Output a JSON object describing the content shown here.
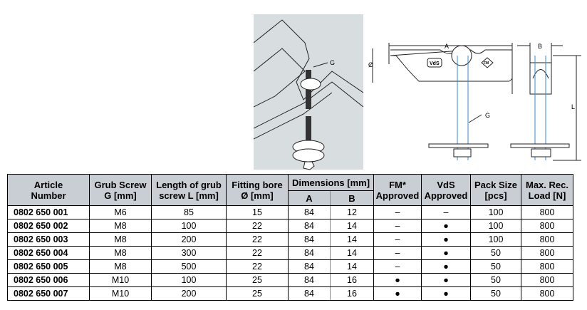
{
  "figure": {
    "labels": {
      "g": "G",
      "a": "A",
      "b": "B",
      "bore": "Ø",
      "l": "L",
      "vds_mark": "VdS",
      "fm_mark": "FM"
    }
  },
  "table": {
    "headers": {
      "article": [
        "Article",
        "Number"
      ],
      "grub": [
        "Grub Screw",
        "G [mm]"
      ],
      "length": [
        "Length of grub",
        "screw L [mm]"
      ],
      "bore": [
        "Fitting bore",
        "Ø [mm]"
      ],
      "dimensions": "Dimensions [mm]",
      "dim_a": "A",
      "dim_b": "B",
      "fm": [
        "FM*",
        "Approved"
      ],
      "vds": [
        "VdS",
        "Approved"
      ],
      "pack": [
        "Pack Size",
        "[pcs]"
      ],
      "load": [
        "Max. Rec.",
        "Load [N]"
      ]
    },
    "rows": [
      {
        "article": "0802 650 001",
        "grub": "M6",
        "length": "85",
        "bore": "15",
        "a": "84",
        "b": "12",
        "fm": "–",
        "vds": "–",
        "pack": "100",
        "load": "800"
      },
      {
        "article": "0802 650 002",
        "grub": "M8",
        "length": "100",
        "bore": "22",
        "a": "84",
        "b": "14",
        "fm": "–",
        "vds": "●",
        "pack": "100",
        "load": "800"
      },
      {
        "article": "0802 650 003",
        "grub": "M8",
        "length": "200",
        "bore": "22",
        "a": "84",
        "b": "14",
        "fm": "–",
        "vds": "●",
        "pack": "100",
        "load": "800"
      },
      {
        "article": "0802 650 004",
        "grub": "M8",
        "length": "300",
        "bore": "22",
        "a": "84",
        "b": "14",
        "fm": "–",
        "vds": "●",
        "pack": "50",
        "load": "800"
      },
      {
        "article": "0802 650 005",
        "grub": "M8",
        "length": "500",
        "bore": "22",
        "a": "84",
        "b": "14",
        "fm": "–",
        "vds": "●",
        "pack": "50",
        "load": "800"
      },
      {
        "article": "0802 650 006",
        "grub": "M10",
        "length": "100",
        "bore": "25",
        "a": "84",
        "b": "16",
        "fm": "●",
        "vds": "●",
        "pack": "50",
        "load": "800"
      },
      {
        "article": "0802 650 007",
        "grub": "M10",
        "length": "200",
        "bore": "25",
        "a": "84",
        "b": "16",
        "fm": "●",
        "vds": "●",
        "pack": "50",
        "load": "800"
      }
    ]
  }
}
